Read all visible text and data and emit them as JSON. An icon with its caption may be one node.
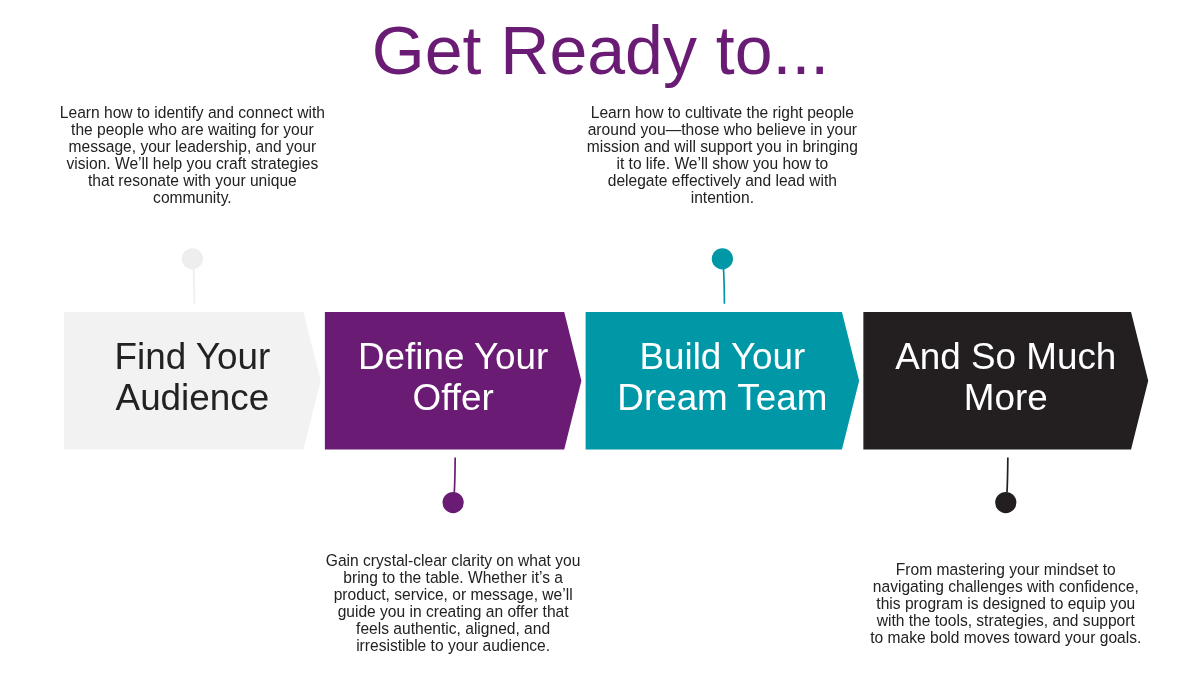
{
  "diagram": {
    "title": "Get Ready to...",
    "nodes": [
      {
        "text": [
          "Find Your Audience"
        ]
      },
      {
        "text": [
          "Define Your Offer"
        ]
      },
      {
        "text": [
          "Build Your Dream Team"
        ]
      },
      {
        "text": [
          "And So Much More"
        ]
      },
      {
        "text": [],
        "shape": "circle",
        "beside": [
          "Learn how to identify and connect with the people who are waiting for your message, your leadership, and your vision. We’ll help you craft strategies that resonate with your unique community."
        ]
      },
      {
        "text": [],
        "shape": "circle",
        "beside": [
          "Gain crystal-clear clarity on what you bring to the table. Whether it’s a product, service, or message, we’ll guide you in creating an offer that feels authentic, aligned, and irresistible to your audience."
        ]
      },
      {
        "text": [],
        "shape": "circle",
        "beside": [
          "Learn how to cultivate the right people around you—those who believe in your mission and will support you in bringing it to life. We’ll show you how to delegate effectively and lead with intention."
        ]
      },
      {
        "text": [],
        "shape": "circle",
        "beside": [
          "From mastering your mindset to navigating challenges with confidence, this program is designed to equip you with the tools, strategies, and support to make bold moves toward your goals."
        ]
      }
    ],
    "edges": [
      {
        "from": 0,
        "to": 4,
        "arrow": "none",
        "color": "#eeeeee"
      },
      {
        "from": 1,
        "to": 5,
        "arrow": "none",
        "color": "#6a1b74"
      },
      {
        "from": 2,
        "to": 6,
        "arrow": "none",
        "color": "#0097a7"
      },
      {
        "from": 3,
        "to": 7,
        "arrow": "none",
        "color": "#231f20"
      }
    ]
  }
}
